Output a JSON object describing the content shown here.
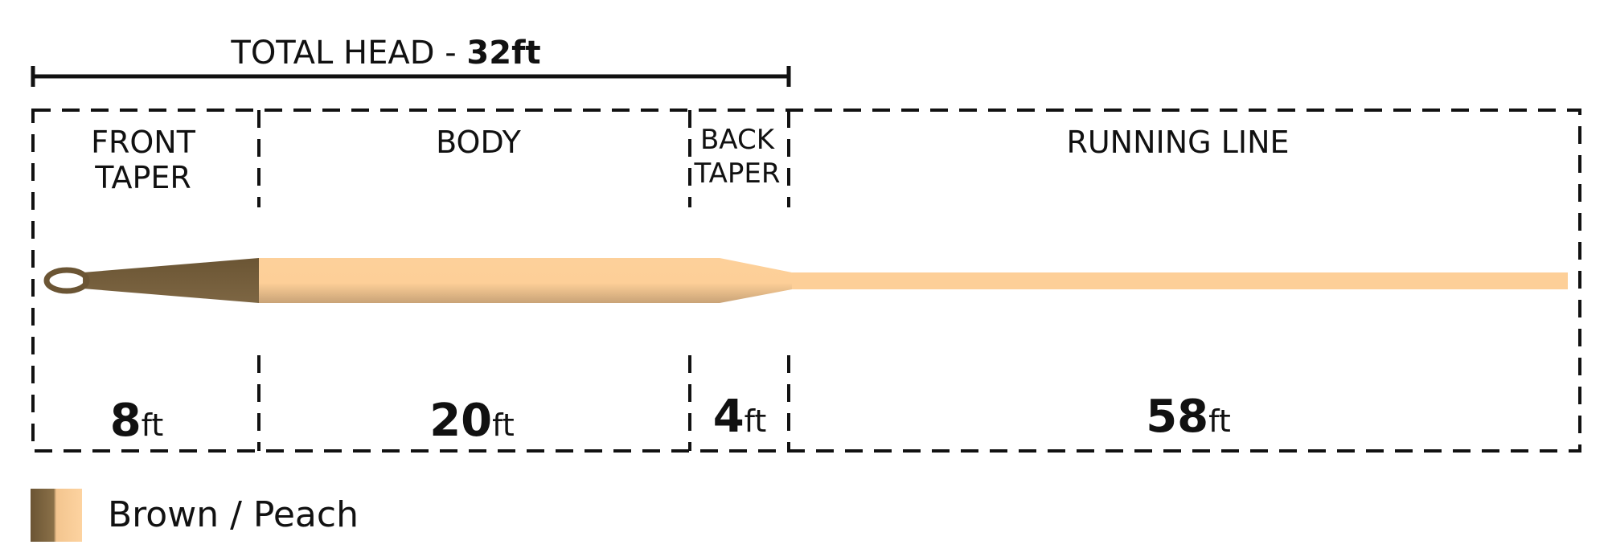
{
  "total_head": {
    "label": "TOTAL HEAD - ",
    "value": "32",
    "unit": "ft"
  },
  "sections": [
    {
      "id": "front-taper",
      "label_lines": [
        "FRONT",
        "TAPER"
      ],
      "value": "8",
      "unit": "ft"
    },
    {
      "id": "body",
      "label_lines": [
        "BODY"
      ],
      "value": "20",
      "unit": "ft"
    },
    {
      "id": "back-taper",
      "label_lines": [
        "BACK",
        "TAPER"
      ],
      "value": "4",
      "unit": "ft"
    },
    {
      "id": "running-line",
      "label_lines": [
        "RUNNING LINE"
      ],
      "value": "58",
      "unit": "ft"
    }
  ],
  "legend": {
    "label": "Brown / Peach"
  },
  "colors": {
    "brown": "#7a6340",
    "peach": "#fdcf98",
    "line": "#111111"
  },
  "icons": {
    "loop": "loop-icon",
    "swatch": "color-swatch-icon"
  }
}
